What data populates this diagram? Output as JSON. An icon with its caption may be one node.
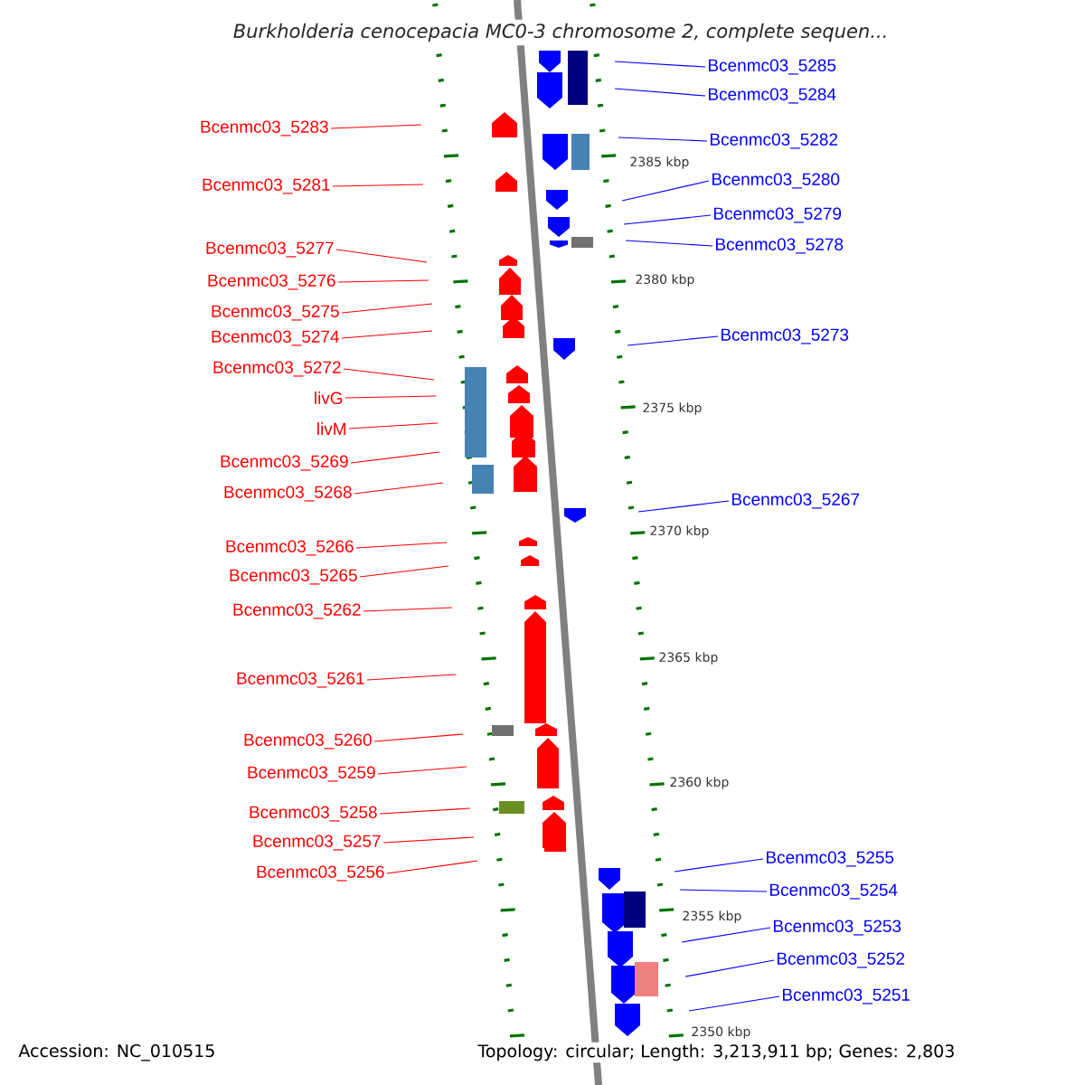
{
  "diagram": {
    "title": "Burkholderia cenocepacia MC0-3 chromosome 2, complete sequen...",
    "nodes": [
      {
        "text": [
          "Bcenmc03_5285"
        ]
      },
      {
        "text": [
          "Bcenmc03_5284"
        ]
      },
      {
        "text": [
          "Bcenmc03_5283"
        ]
      },
      {
        "text": [
          "Bcenmc03_5282"
        ]
      },
      {
        "text": [
          "Bcenmc03_5280"
        ]
      },
      {
        "text": [
          "Bcenmc03_5281"
        ]
      },
      {
        "text": [
          "Bcenmc03_5279"
        ]
      },
      {
        "text": [
          "Bcenmc03_5278"
        ]
      },
      {
        "text": [
          "Bcenmc03_5277"
        ]
      },
      {
        "text": [
          "Bcenmc03_5276"
        ]
      },
      {
        "text": [
          "Bcenmc03_5275"
        ]
      },
      {
        "text": [
          "Bcenmc03_5273"
        ]
      },
      {
        "text": [
          "Bcenmc03_5274"
        ]
      },
      {
        "text": [
          "Bcenmc03_5272"
        ]
      },
      {
        "text": [
          "livG"
        ]
      },
      {
        "text": [
          "livM"
        ]
      },
      {
        "text": [
          "Bcenmc03_5269"
        ]
      },
      {
        "text": [
          "Bcenmc03_5268"
        ]
      },
      {
        "text": [
          "Bcenmc03_5267"
        ]
      },
      {
        "text": [
          "Bcenmc03_5266"
        ]
      },
      {
        "text": [
          "Bcenmc03_5265"
        ]
      },
      {
        "text": [
          "Bcenmc03_5262"
        ]
      },
      {
        "text": [
          "Bcenmc03_5261"
        ]
      },
      {
        "text": [
          "Bcenmc03_5260"
        ]
      },
      {
        "text": [
          "Bcenmc03_5259"
        ]
      },
      {
        "text": [
          "Bcenmc03_5258"
        ]
      },
      {
        "text": [
          "Bcenmc03_5257"
        ]
      },
      {
        "text": [
          "Bcenmc03_5255"
        ]
      },
      {
        "text": [
          "Bcenmc03_5256"
        ]
      },
      {
        "text": [
          "Bcenmc03_5254"
        ]
      },
      {
        "text": [
          "Bcenmc03_5253"
        ]
      },
      {
        "text": [
          "Bcenmc03_5252"
        ]
      },
      {
        "text": [
          "Bcenmc03_5251"
        ]
      }
    ],
    "edges": [
      {
        "from": 0,
        "to": null,
        "arrow": "none",
        "color": "#0000ff"
      },
      {
        "from": 1,
        "to": null,
        "arrow": "none",
        "color": "#0000ff"
      },
      {
        "from": 2,
        "to": null,
        "arrow": "none",
        "color": "#ff0000"
      },
      {
        "from": 3,
        "to": null,
        "arrow": "none",
        "color": "#0000ff"
      },
      {
        "from": 4,
        "to": null,
        "arrow": "none",
        "color": "#0000ff"
      },
      {
        "from": 5,
        "to": null,
        "arrow": "none",
        "color": "#ff0000"
      },
      {
        "from": 6,
        "to": null,
        "arrow": "none",
        "color": "#0000ff"
      },
      {
        "from": 7,
        "to": null,
        "arrow": "none",
        "color": "#0000ff"
      },
      {
        "from": 8,
        "to": null,
        "arrow": "none",
        "color": "#ff0000"
      },
      {
        "from": 9,
        "to": null,
        "arrow": "none",
        "color": "#ff0000"
      },
      {
        "from": 10,
        "to": null,
        "arrow": "none",
        "color": "#ff0000"
      },
      {
        "from": 11,
        "to": null,
        "arrow": "none",
        "color": "#0000ff"
      },
      {
        "from": 12,
        "to": null,
        "arrow": "none",
        "color": "#ff0000"
      },
      {
        "from": 13,
        "to": null,
        "arrow": "none",
        "color": "#ff0000"
      },
      {
        "from": 14,
        "to": null,
        "arrow": "none",
        "color": "#ff0000"
      },
      {
        "from": 15,
        "to": null,
        "arrow": "none",
        "color": "#ff0000"
      },
      {
        "from": 16,
        "to": null,
        "arrow": "none",
        "color": "#ff0000"
      },
      {
        "from": 17,
        "to": null,
        "arrow": "none",
        "color": "#ff0000"
      },
      {
        "from": 18,
        "to": null,
        "arrow": "none",
        "color": "#0000ff"
      },
      {
        "from": 19,
        "to": null,
        "arrow": "none",
        "color": "#ff0000"
      },
      {
        "from": 20,
        "to": null,
        "arrow": "none",
        "color": "#ff0000"
      },
      {
        "from": 21,
        "to": null,
        "arrow": "none",
        "color": "#ff0000"
      },
      {
        "from": 22,
        "to": null,
        "arrow": "none",
        "color": "#ff0000"
      },
      {
        "from": 23,
        "to": null,
        "arrow": "none",
        "color": "#ff0000"
      },
      {
        "from": 24,
        "to": null,
        "arrow": "none",
        "color": "#ff0000"
      },
      {
        "from": 25,
        "to": null,
        "arrow": "none",
        "color": "#ff0000"
      },
      {
        "from": 26,
        "to": null,
        "arrow": "none",
        "color": "#ff0000"
      },
      {
        "from": 27,
        "to": null,
        "arrow": "none",
        "color": "#0000ff"
      },
      {
        "from": 28,
        "to": null,
        "arrow": "none",
        "color": "#ff0000"
      },
      {
        "from": 29,
        "to": null,
        "arrow": "none",
        "color": "#0000ff"
      },
      {
        "from": 30,
        "to": null,
        "arrow": "none",
        "color": "#0000ff"
      },
      {
        "from": 31,
        "to": null,
        "arrow": "none",
        "color": "#0000ff"
      },
      {
        "from": 32,
        "to": null,
        "arrow": "none",
        "color": "#0000ff"
      }
    ],
    "labels": [
      "2385 kbp",
      "2380 kbp",
      "2375 kbp",
      "2370 kbp",
      "2365 kbp",
      "2360 kbp",
      "2355 kbp",
      "2350 kbp",
      "Accession: NC_010515",
      "Topology: circular; Length: 3,213,911 bp; Genes: 2,803"
    ]
  }
}
